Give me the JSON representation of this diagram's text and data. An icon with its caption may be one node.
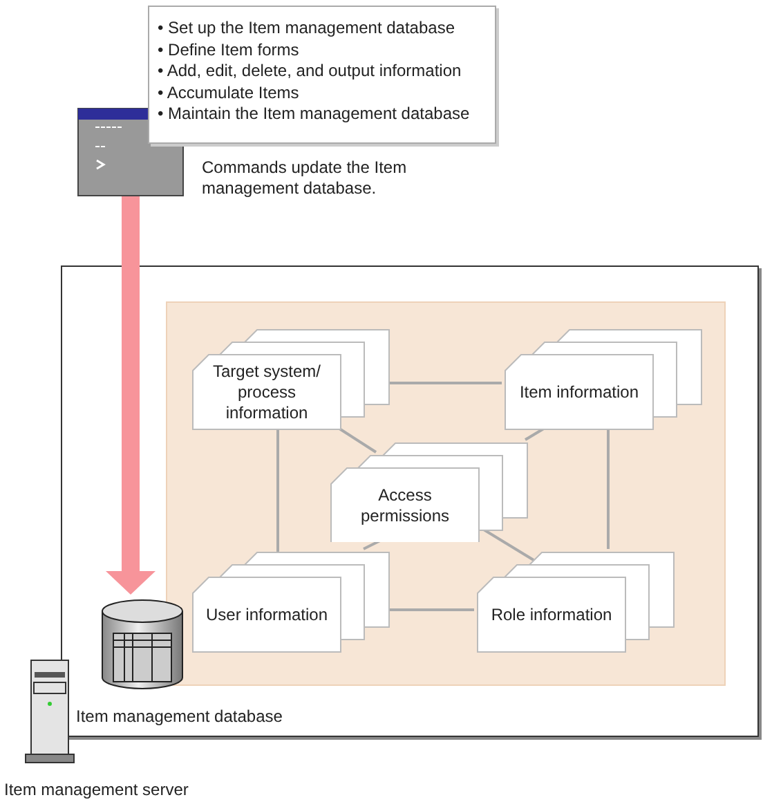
{
  "diagram": {
    "nodes": [
      {
        "text": [
          "• Set up the Item management database",
          "• Define Item forms",
          "• Add, edit, delete, and output information",
          "• Accumulate Items",
          "• Maintain the Item management database"
        ]
      },
      {
        "text": [],
        "shape": "picture",
        "beside": [
          "Commands update the Item management database."
        ]
      },
      {
        "text": [],
        "shape": "box",
        "beside": [
          "Item management server"
        ]
      },
      {
        "text": [],
        "shape": "box",
        "in": 2
      },
      {
        "text": [
          "Target system/ process information"
        ],
        "in": 3
      },
      {
        "text": [
          "Item information"
        ],
        "in": 3
      },
      {
        "text": [
          "Access permissions"
        ],
        "in": 3
      },
      {
        "text": [
          "User information"
        ],
        "in": 3
      },
      {
        "text": [
          "Role information"
        ],
        "in": 3
      },
      {
        "text": [],
        "shape": "cylinder",
        "in": 2,
        "beside": [
          "Item management database"
        ]
      }
    ],
    "edges": [
      {
        "from": 1,
        "to": 9,
        "arrow": "to",
        "style": "thick",
        "color": "#f7949a"
      },
      {
        "from": 4,
        "to": 5,
        "arrow": "none"
      },
      {
        "from": 4,
        "to": 7,
        "arrow": "none"
      },
      {
        "from": 5,
        "to": 8,
        "arrow": "none"
      },
      {
        "from": 7,
        "to": 8,
        "arrow": "none"
      },
      {
        "from": 4,
        "to": 6,
        "arrow": "none"
      },
      {
        "from": 5,
        "to": 6,
        "arrow": "none"
      },
      {
        "from": 6,
        "to": 7,
        "arrow": "none"
      },
      {
        "from": 6,
        "to": 8,
        "arrow": "none"
      }
    ]
  }
}
